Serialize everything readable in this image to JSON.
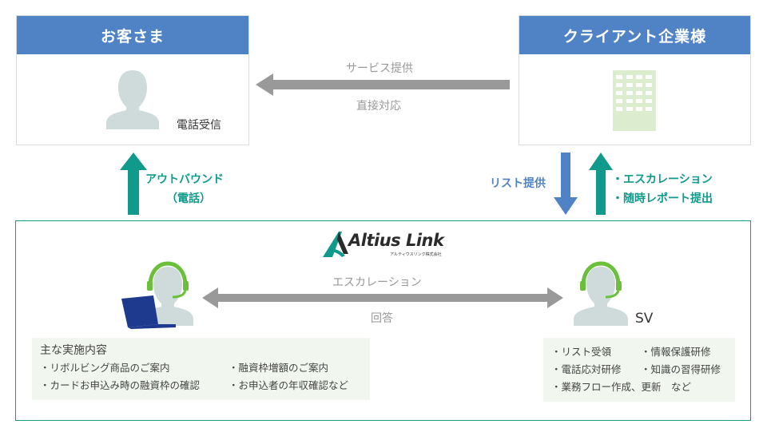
{
  "customer_box": {
    "title": "お客さま",
    "icon": "person-icon",
    "label": "電話受信"
  },
  "client_box": {
    "title": "クライアント企業様",
    "icon": "building-icon"
  },
  "top_arrow": {
    "label_above": "サービス提供",
    "label_below": "直接対応"
  },
  "outbound_arrow": {
    "line1": "アウトバウンド",
    "line2": "（電話）"
  },
  "list_arrow": {
    "label": "リスト提供"
  },
  "escalation_arrow": {
    "line1": "・エスカレーション",
    "line2": "・随時レポート提出"
  },
  "altius": {
    "logo_text": "Altius Link",
    "logo_subtext": "アルティウスリンク株式会社",
    "operator_icon": "operator-with-laptop-icon",
    "sv_icon": "operator-headset-icon",
    "sv_label": "SV",
    "middle_arrow": {
      "label_above": "エスカレーション",
      "label_below": "回答"
    },
    "main_tasks": {
      "title": "主な実施内容",
      "items": [
        "・リボルビング商品のご案内",
        "・融資枠増額のご案内",
        "・カードお申込み時の融資枠の確認",
        "・お申込者の年収確認など"
      ]
    },
    "sv_tasks": {
      "items": [
        "・リスト受領",
        "・情報保護研修",
        "・電話応対研修",
        "・知識の習得研修",
        "・業務フロー作成、更新　など"
      ]
    }
  },
  "colors": {
    "header_blue": "#5083c5",
    "teal": "#0f9a8c",
    "arrow_gray": "#999999",
    "person_gray": "#cfdbdb",
    "headset_green": "#6bbf3b",
    "building_green": "#dcedcf",
    "laptop_navy": "#1d3a8f",
    "panel_bg": "#f1f7ee"
  }
}
